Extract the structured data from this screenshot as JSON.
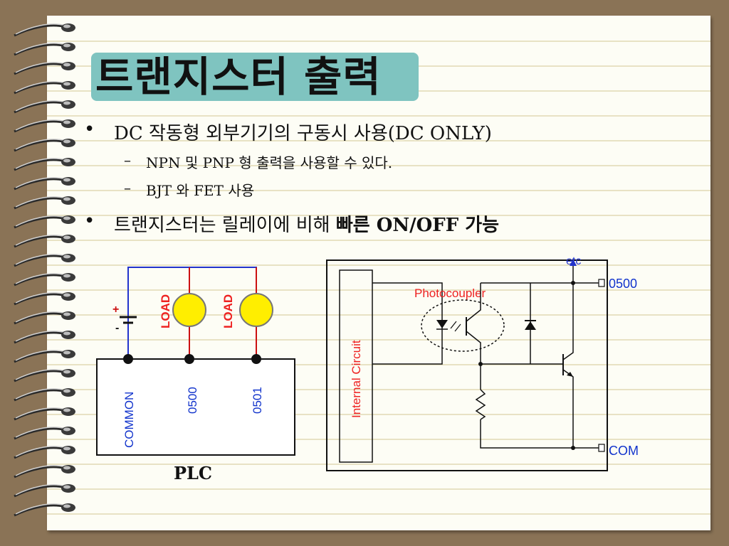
{
  "slide": {
    "title": "트랜지스터 출력",
    "bullets": [
      {
        "bullet": "•",
        "text": "DC 작동형 외부기기의 구동시 사용(DC ONLY)"
      },
      {
        "bullet": "–",
        "text": "NPN 및 PNP 형 출력을 사용할 수 있다."
      },
      {
        "bullet": "–",
        "text": "BJT 와 FET 사용"
      },
      {
        "bullet": "•",
        "text_pre": "트랜지스터는 릴레이에 비해 ",
        "text_bold": "빠른 ON/OFF 가능"
      }
    ]
  },
  "left_diagram": {
    "plus": "+",
    "minus": "-",
    "load1": "LOAD",
    "load2": "LOAD",
    "term_common": "COMMON",
    "term_0500": "0500",
    "term_0501": "0501",
    "plc": "PLC"
  },
  "right_diagram": {
    "etc": "etc",
    "out_0500": "0500",
    "com": "COM",
    "photocoupler": "Photocoupler",
    "internal": "Internal Circuit"
  },
  "colors": {
    "background": "#8a7356",
    "paper": "#fdfdf5",
    "title_box": "#7fc4c0",
    "wire_blue": "#2233cc",
    "wire_red": "#cc1111",
    "lamp": "#ffee00",
    "label_red": "#ee2222",
    "label_blue": "#1133cc"
  }
}
